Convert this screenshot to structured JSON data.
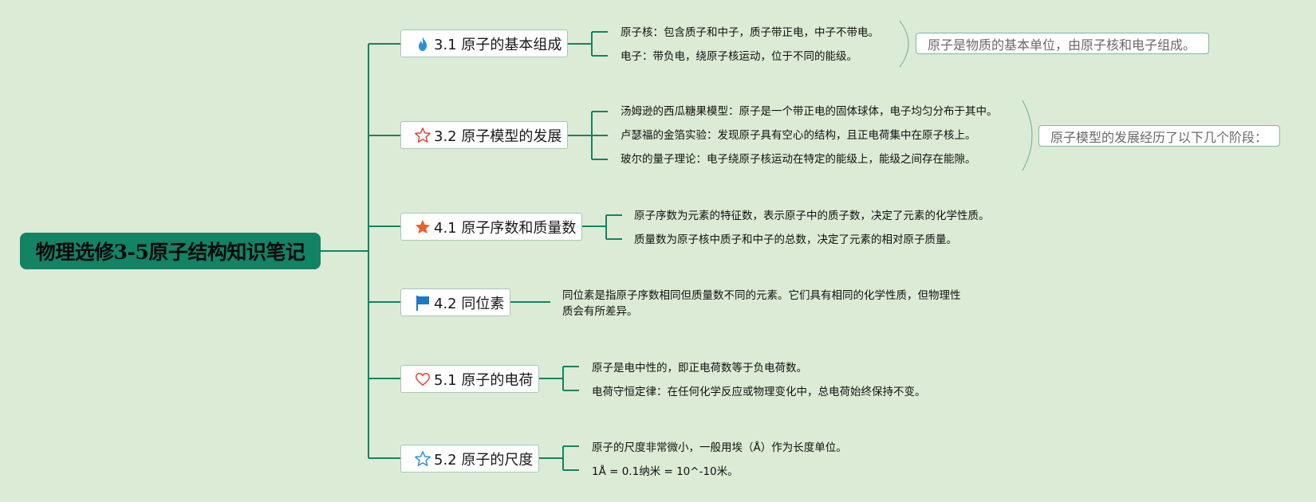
{
  "root": {
    "title": "物理选修3-5原子结构知识笔记"
  },
  "colors": {
    "background": "#dcebd5",
    "root": "#138366",
    "connector": "#138366",
    "summary_border": "#7fb7a5"
  },
  "topics": [
    {
      "label": "3.1 原子的基本组成",
      "icon": "fire-icon",
      "icon_color": "#2b8fd9",
      "details": [
        "原子核：包含质子和中子，质子带正电，中子不带电。",
        "电子：带负电，绕原子核运动，位于不同的能级。"
      ],
      "summary": "原子是物质的基本单位，由原子核和电子组成。"
    },
    {
      "label": "3.2 原子模型的发展",
      "icon": "star-outline-icon",
      "icon_color": "#e0403a",
      "details": [
        "汤姆逊的西瓜糖果模型：原子是一个带正电的固体球体，电子均匀分布于其中。",
        "卢瑟福的金箔实验：发现原子具有空心的结构，且正电荷集中在原子核上。",
        "玻尔的量子理论：电子绕原子核运动在特定的能级上，能级之间存在能隙。"
      ],
      "summary": "原子模型的发展经历了以下几个阶段："
    },
    {
      "label": "4.1 原子序数和质量数",
      "icon": "star-filled-icon",
      "icon_color": "#e5622f",
      "details": [
        "原子序数为元素的特征数，表示原子中的质子数，决定了元素的化学性质。",
        "质量数为原子核中质子和中子的总数，决定了元素的相对原子质量。"
      ]
    },
    {
      "label": "4.2 同位素",
      "icon": "flag-icon",
      "icon_color": "#1c78c7",
      "details": [
        "同位素是指原子序数相同但质量数不同的元素。它们具有相同的化学性质，但物理性质会有所差异。"
      ]
    },
    {
      "label": "5.1 原子的电荷",
      "icon": "heart-outline-icon",
      "icon_color": "#e0403a",
      "details": [
        "原子是电中性的，即正电荷数等于负电荷数。",
        "电荷守恒定律：在任何化学反应或物理变化中，总电荷始终保持不变。"
      ]
    },
    {
      "label": "5.2 原子的尺度",
      "icon": "star-outline-icon",
      "icon_color": "#2b8fd9",
      "details": [
        "原子的尺度非常微小，一般用埃（Å）作为长度单位。",
        "1Å = 0.1纳米 = 10^-10米。"
      ]
    }
  ]
}
